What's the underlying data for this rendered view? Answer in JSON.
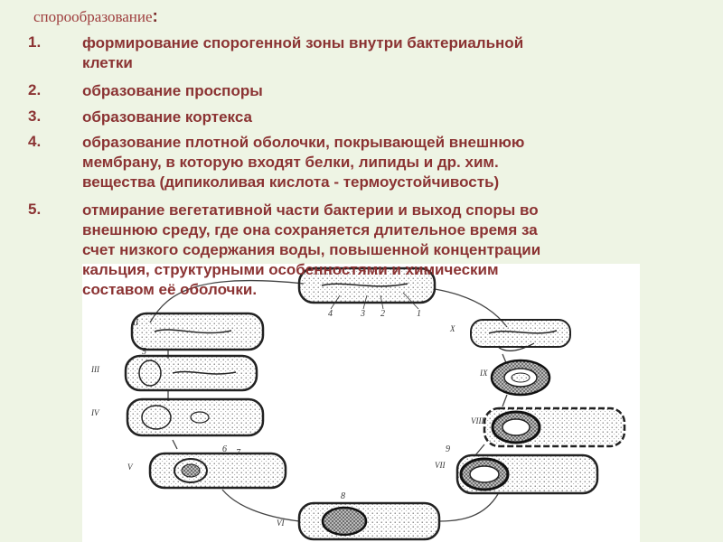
{
  "heading": {
    "title": "спорообразование",
    "colon": ":"
  },
  "steps": [
    {
      "num": "1.",
      "text": "формирование спорогенной зоны внутри бактериальной\nклетки"
    },
    {
      "num": "2.",
      "text": "образование проспоры"
    },
    {
      "num": "3.",
      "text": "образование кортекса"
    },
    {
      "num": "4.",
      "text": "образование плотной оболочки, покрывающей внешнюю\nмембрану, в которую входят белки, липиды и др. хим.\nвещества (дипиколивая кислота - термоустойчивость)"
    },
    {
      "num": "5.",
      "text": "отмирание вегетативной части бактерии и выход споры во\nвнешнюю среду, где она сохраняется длительное время за\nсчет низкого содержания воды, повышенной концентрации\nкальция, структурными особенностями и химическим\nсоставом её оболочки."
    }
  ],
  "diagram": {
    "stage_labels": [
      "II",
      "III",
      "IV",
      "V",
      "VI",
      "VII",
      "VIII",
      "IX",
      "X"
    ],
    "part_labels": [
      "4",
      "3",
      "2",
      "1",
      "5",
      "6",
      "7",
      "8",
      "9"
    ]
  }
}
